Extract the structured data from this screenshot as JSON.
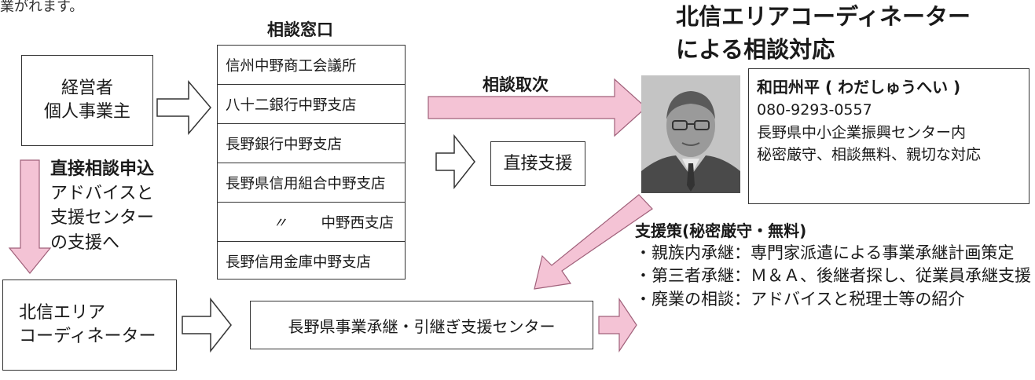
{
  "clipped_top_text": "業がれます。",
  "owner_box": {
    "line1": "経営者",
    "line2": "個人事業主"
  },
  "direct_consult": {
    "heading": "直接相談申込",
    "line2": "アドバイスと",
    "line3": "支援センター",
    "line4": "の支援へ"
  },
  "windows": {
    "heading": "相談窓口",
    "rows": [
      "信州中野商工会議所",
      "八十二銀行中野支店",
      "長野銀行中野支店",
      "長野県信用組合中野支店",
      "中野西支店",
      "長野信用金庫中野支店"
    ],
    "ditto_mark": "〃"
  },
  "referral_label": "相談取次",
  "direct_support": "直接支援",
  "coordinator_title": {
    "line1": "北信エリアコーディネーター",
    "line2": "による相談対応"
  },
  "coordinator_card": {
    "name": "和田州平 ( わだしゅうへい )",
    "phone": "080-9293-0557",
    "location": "長野県中小企業振興センター内",
    "note": "秘密厳守、相談無料、親切な対応"
  },
  "area_box": {
    "line1": "北信エリア",
    "line2": "コーディネーター"
  },
  "center_box": "長野県事業承継・引継ぎ支援センター",
  "support_measures": {
    "heading": "支援策(秘密厳守・無料)",
    "items": [
      "・親族内承継：専門家派遣による事業承継計画策定",
      "・第三者承継：Ｍ＆Ａ、後継者探し、従業員承継支援",
      "・廃業の相談：アドバイスと税理士等の紹介"
    ]
  },
  "colors": {
    "pink_arrow": "#f4c3d5",
    "pink_border": "#a0607a",
    "border": "#333333"
  }
}
